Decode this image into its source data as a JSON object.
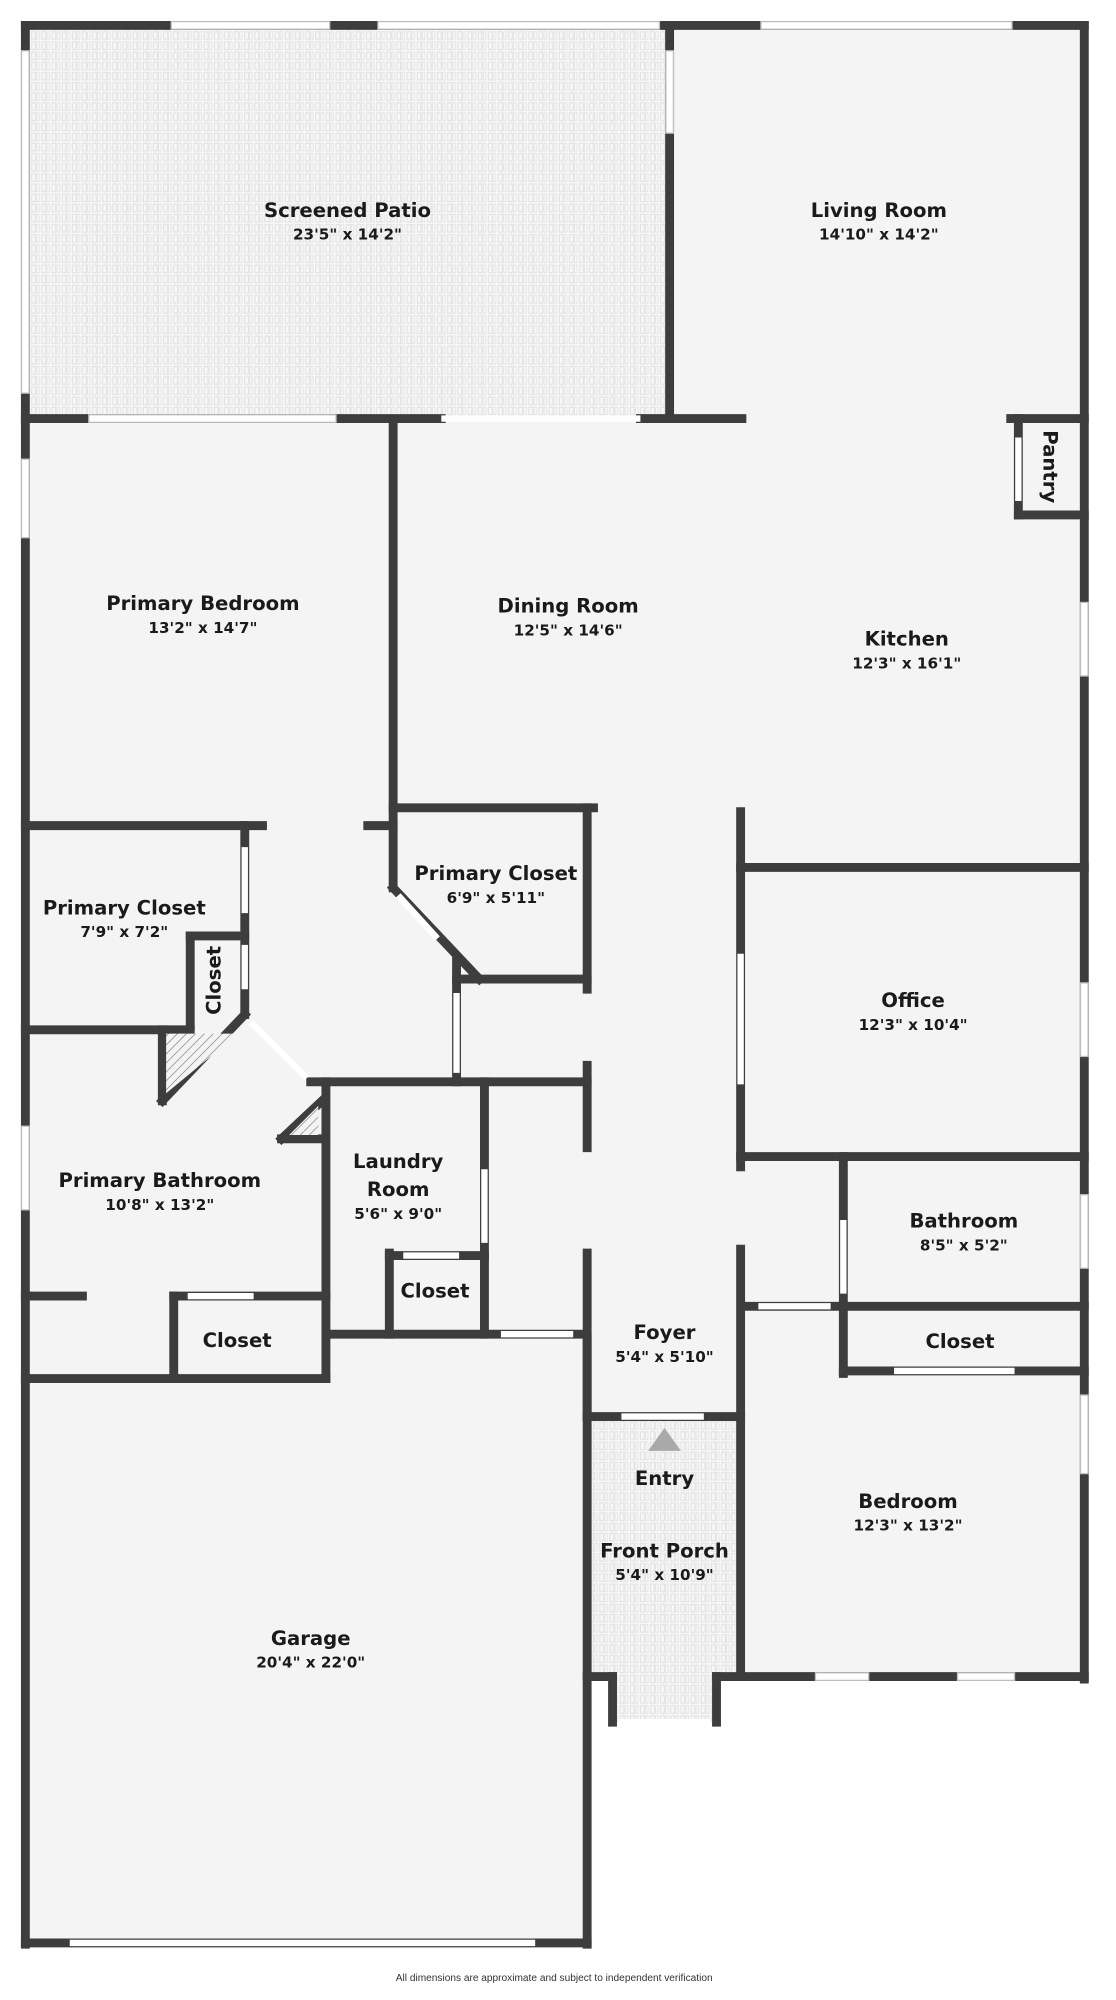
{
  "rooms": {
    "screened_patio": {
      "name": "Screened Patio",
      "dims": "23'5\" x 14'2\""
    },
    "living_room": {
      "name": "Living Room",
      "dims": "14'10\" x 14'2\""
    },
    "pantry": {
      "name": "Pantry"
    },
    "primary_bedroom": {
      "name": "Primary Bedroom",
      "dims": "13'2\" x 14'7\""
    },
    "dining_room": {
      "name": "Dining Room",
      "dims": "12'5\" x 14'6\""
    },
    "kitchen": {
      "name": "Kitchen",
      "dims": "12'3\" x 16'1\""
    },
    "primary_closet_right": {
      "name": "Primary Closet",
      "dims": "6'9\" x 5'11\""
    },
    "primary_closet_left": {
      "name": "Primary Closet",
      "dims": "7'9\" x 7'2\""
    },
    "closet_small": {
      "name": "Closet"
    },
    "office": {
      "name": "Office",
      "dims": "12'3\" x 10'4\""
    },
    "laundry_room": {
      "name_line1": "Laundry",
      "name_line2": "Room",
      "dims": "5'6\" x 9'0\""
    },
    "primary_bathroom": {
      "name": "Primary Bathroom",
      "dims": "10'8\" x 13'2\""
    },
    "bathroom": {
      "name": "Bathroom",
      "dims": "8'5\" x 5'2\""
    },
    "laundry_closet": {
      "name": "Closet"
    },
    "bath_closet": {
      "name": "Closet"
    },
    "hall_closet": {
      "name": "Closet"
    },
    "foyer": {
      "name": "Foyer",
      "dims": "5'4\" x 5'10\""
    },
    "entry": {
      "name": "Entry"
    },
    "front_porch": {
      "name": "Front Porch",
      "dims": "5'4\" x 10'9\""
    },
    "bedroom": {
      "name": "Bedroom",
      "dims": "12'3\" x 13'2\""
    },
    "garage": {
      "name": "Garage",
      "dims": "20'4\" x 22'0\""
    }
  },
  "footer": "All dimensions are approximate and subject to independent verification",
  "colors": {
    "wall": "#3d3d3d",
    "floor": "#f4f4f4",
    "tile": "#e2e2e2"
  }
}
